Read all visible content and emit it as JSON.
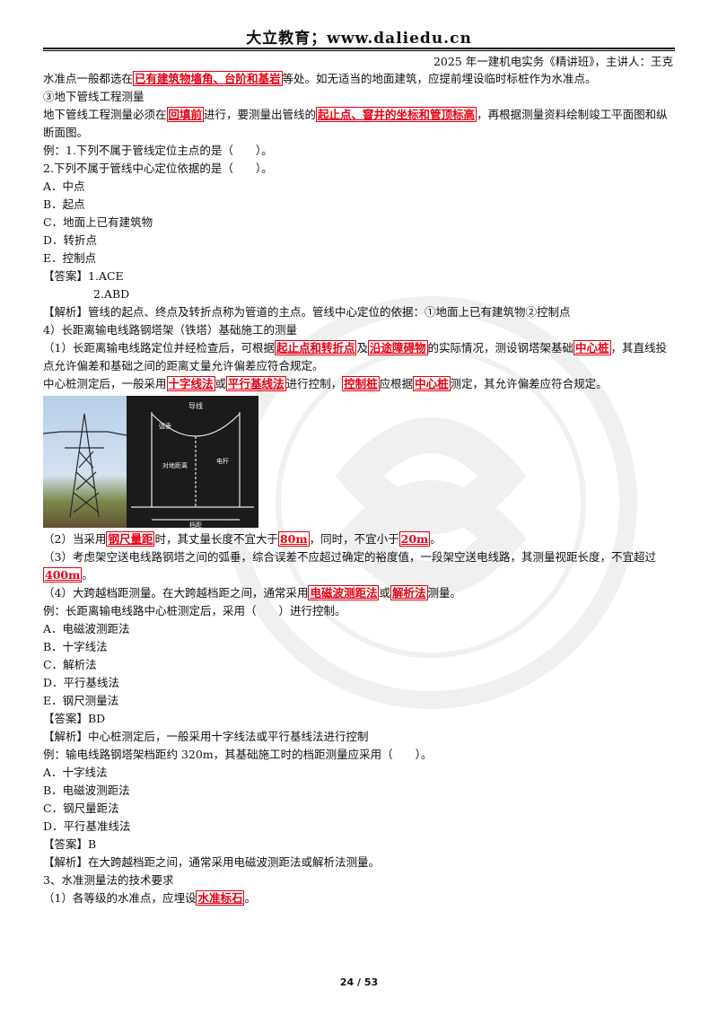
{
  "header": {
    "title": "大立教育；www.daliedu.cn",
    "subtitle": "2025 年一建机电实务《精讲班》，主讲人：王克"
  },
  "p1": {
    "a": "水准点一般都选在",
    "h1": "已有建筑物墙角、台阶和基岩",
    "b": "等处。如无适当的地面建筑，应提前埋设临时标桩作为水准点。"
  },
  "p2": "③地下管线工程测量",
  "p3": {
    "a": "地下管线工程测量必须在",
    "h1": "回填前",
    "b": "进行，要测量出管线的",
    "h2": "起止点、窨井的坐标和管顶标高",
    "c": "，再根据测量资料绘制竣工平面图和纵断面图。"
  },
  "q1": "例：1.下列不属于管线定位主点的是（　　）。",
  "q2": "2.下列不属于管线中心定位依据的是（　　）。",
  "opts1": [
    "A．中点",
    "B．起点",
    "C．地面上已有建筑物",
    "D．转折点",
    "E．控制点"
  ],
  "ans1a": "【答案】1.ACE",
  "ans1b": "2.ABD",
  "exp1": "【解析】管线的起点、终点及转折点称为管道的主点。管线中心定位的依据：①地面上已有建筑物②控制点",
  "sec4": "4）长距离输电线路钢塔架（铁塔）基础施工的测量",
  "p4": {
    "a": "（1）长距离输电线路定位并经检查后，可根据",
    "h1": "起止点和转折点",
    "b": "及",
    "h2": "沿途障碍物",
    "c": "的实际情况，测设钢塔架基础",
    "h3": "中心桩",
    "d": "，其直线投点允许偏差和基础之间的距离丈量允许偏差应符合规定。"
  },
  "p5": {
    "a": "中心桩测定后，一般采用",
    "h1": "十字线法",
    "b": "或",
    "h2": "平行基线法",
    "c": "进行控制，",
    "h3": "控制桩",
    "d": "应根据",
    "h4": "中心桩",
    "e": "测定，其允许偏差应符合规定。"
  },
  "figure": {
    "label_top": "导线",
    "label_sag": "弧垂",
    "label_height": "对地距离",
    "label_pole": "电杆",
    "label_span": "档距"
  },
  "p6": {
    "a": "（2）当采用",
    "h1": "钢尺量距",
    "b": "时，其丈量长度不宜大于",
    "h2": "80m",
    "c": "，同时，不宜小于",
    "h3": "20m",
    "d": "。"
  },
  "p7": {
    "a": "（3）考虑架空送电线路钢塔之间的弧垂，综合误差不应超过确定的裕度值，一段架空送电线路，其测量视距长度，不宜超过",
    "h1": "400m",
    "b": "。"
  },
  "p8": {
    "a": "（4）大跨越档距测量。在大跨越档距之间，通常采用",
    "h1": "电磁波测距法",
    "b": "或",
    "h2": "解析法",
    "c": "测量。"
  },
  "q3": "例：长距离输电线路中心桩测定后，采用（　　）进行控制。",
  "opts2": [
    "A．电磁波测距法",
    "B．十字线法",
    "C．解析法",
    "D．平行基线法",
    "E．钢尺测量法"
  ],
  "ans2": "【答案】BD",
  "exp2": "【解析】中心桩测定后，一般采用十字线法或平行基线法进行控制",
  "q4": "例：输电线路钢塔架档距约 320m，其基础施工时的档距测量应采用（　　）。",
  "opts3": [
    "A．十字线法",
    "B．电磁波测距法",
    "C．钢尺量距法",
    "D．平行基准线法"
  ],
  "ans3": "【答案】B",
  "exp3": "【解析】在大跨越档距之间，通常采用电磁波测距法或解析法测量。",
  "sec3": "3、水准测量法的技术要求",
  "p9": {
    "a": "（1）各等级的水准点，应埋设",
    "h1": "水准标石",
    "b": "。"
  },
  "page": "24 / 53",
  "colors": {
    "highlight": "#e60012"
  }
}
